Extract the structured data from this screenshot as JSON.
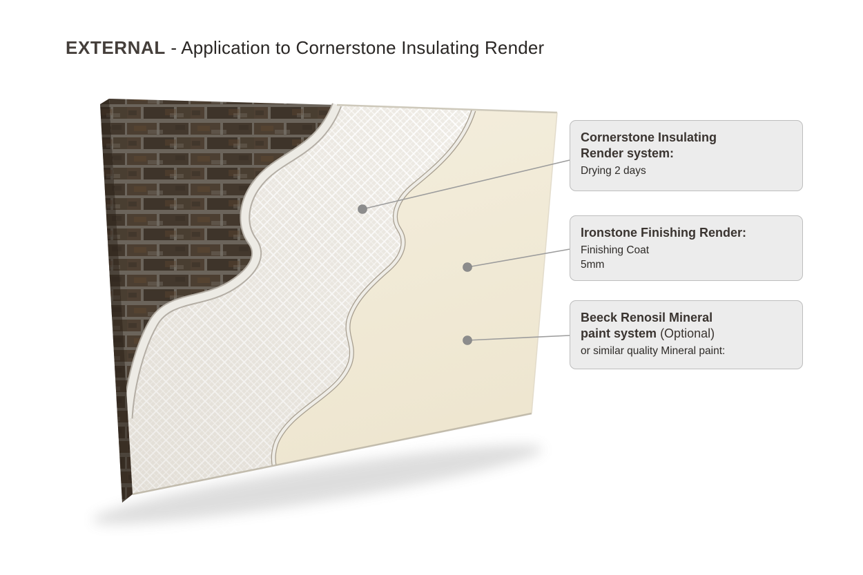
{
  "title": {
    "prefix": "EXTERNAL",
    "rest": " - Application to Cornerstone Insulating Render"
  },
  "callouts": [
    {
      "id": "cornerstone-insulating-render",
      "title_line1": "Cornerstone Insulating",
      "title_line2": "Render system:",
      "body_line1": "Drying 2 days"
    },
    {
      "id": "ironstone-finishing-render",
      "title_line1": "Ironstone Finishing Render:",
      "body_line1": "Finishing Coat",
      "body_line2": "5mm"
    },
    {
      "id": "beeck-renosil-mineral-paint",
      "title_line1": "Beeck Renosil Mineral",
      "title_line2": "paint system",
      "title_suffix": "(Optional)",
      "body_line1": "or similar quality Mineral paint:"
    }
  ],
  "diagram": {
    "layers": [
      {
        "name": "brick-substrate",
        "color": "#55483a"
      },
      {
        "name": "cornerstone-insulating-render-mesh",
        "color": "#efece6"
      },
      {
        "name": "ironstone-finishing-render",
        "color": "#f2ecd9"
      }
    ],
    "colors": {
      "mortar": "#7d766c",
      "mesh_line": "#ffffff",
      "edge_rim": "#b4aea5",
      "leader_line": "#9c9c9c",
      "dot": "#8c8c8c",
      "callout_bg": "#ececec",
      "callout_border": "#bdbdbd",
      "text_dark": "#3a3430"
    }
  }
}
